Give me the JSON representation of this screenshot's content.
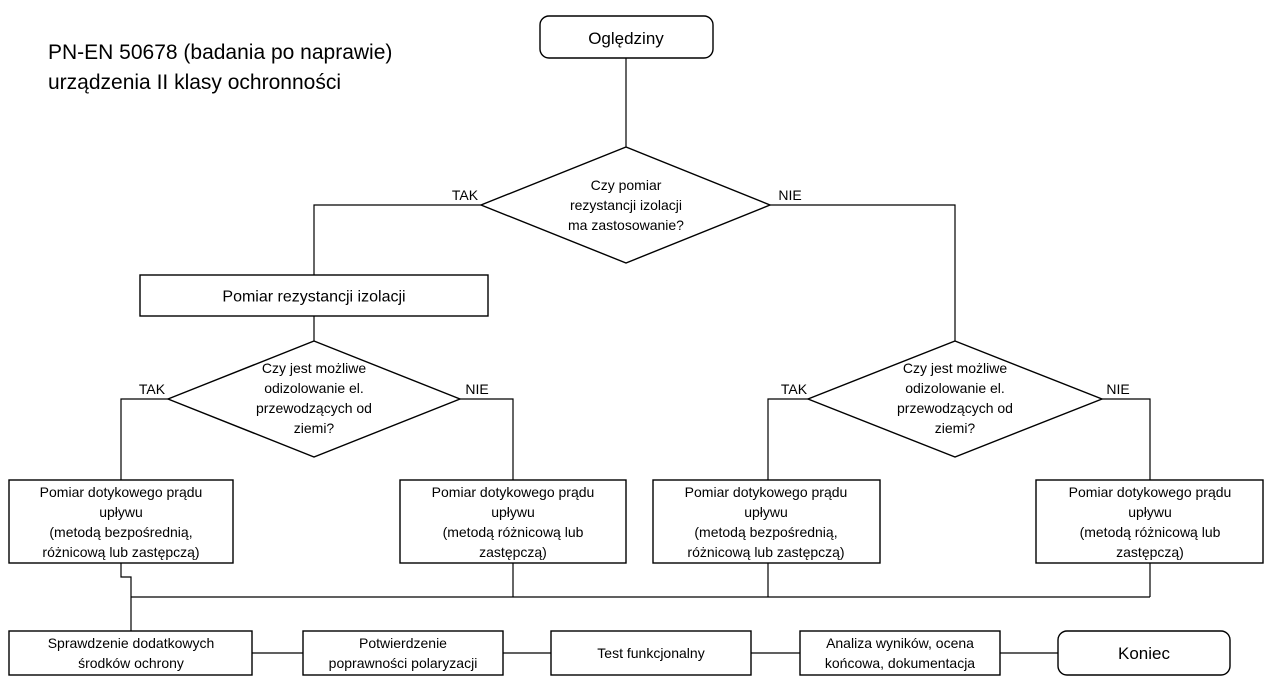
{
  "title": {
    "line1": "PN-EN 50678 (badania po naprawie)",
    "line2": "urządzenia II klasy ochronności"
  },
  "nodes": {
    "start": {
      "lines": [
        "Oględziny"
      ]
    },
    "decision_main": {
      "lines": [
        "Czy pomiar",
        "rezystancji izolacji",
        "ma zastosowanie?"
      ]
    },
    "insulation": {
      "lines": [
        "Pomiar rezystancji izolacji"
      ]
    },
    "decision_left": {
      "lines": [
        "Czy jest możliwe",
        "odizolowanie el.",
        "przewodzących od",
        "ziemi?"
      ]
    },
    "decision_right": {
      "lines": [
        "Czy jest możliwe",
        "odizolowanie el.",
        "przewodzących od",
        "ziemi?"
      ]
    },
    "leak_1": {
      "lines": [
        "Pomiar dotykowego prądu",
        "upływu",
        "(metodą bezpośrednią,",
        "różnicową lub zastępczą)"
      ]
    },
    "leak_2": {
      "lines": [
        "Pomiar dotykowego prądu",
        "upływu",
        "(metodą różnicową lub",
        "zastępczą)"
      ]
    },
    "leak_3": {
      "lines": [
        "Pomiar dotykowego prądu",
        "upływu",
        "(metodą bezpośrednią,",
        "różnicową lub zastępczą)"
      ]
    },
    "leak_4": {
      "lines": [
        "Pomiar dotykowego prądu",
        "upływu",
        "(metodą różnicową lub",
        "zastępczą)"
      ]
    },
    "check_protection": {
      "lines": [
        "Sprawdzenie dodatkowych",
        "środków ochrony"
      ]
    },
    "polarity": {
      "lines": [
        "Potwierdzenie",
        "poprawności polaryzacji"
      ]
    },
    "functional": {
      "lines": [
        "Test funkcjonalny"
      ]
    },
    "analysis": {
      "lines": [
        "Analiza wyników, ocena",
        "końcowa, dokumentacja"
      ]
    },
    "end": {
      "lines": [
        "Koniec"
      ]
    }
  },
  "edge_labels": {
    "main_yes": "TAK",
    "main_no": "NIE",
    "left_yes": "TAK",
    "left_no": "NIE",
    "right_yes": "TAK",
    "right_no": "NIE"
  }
}
